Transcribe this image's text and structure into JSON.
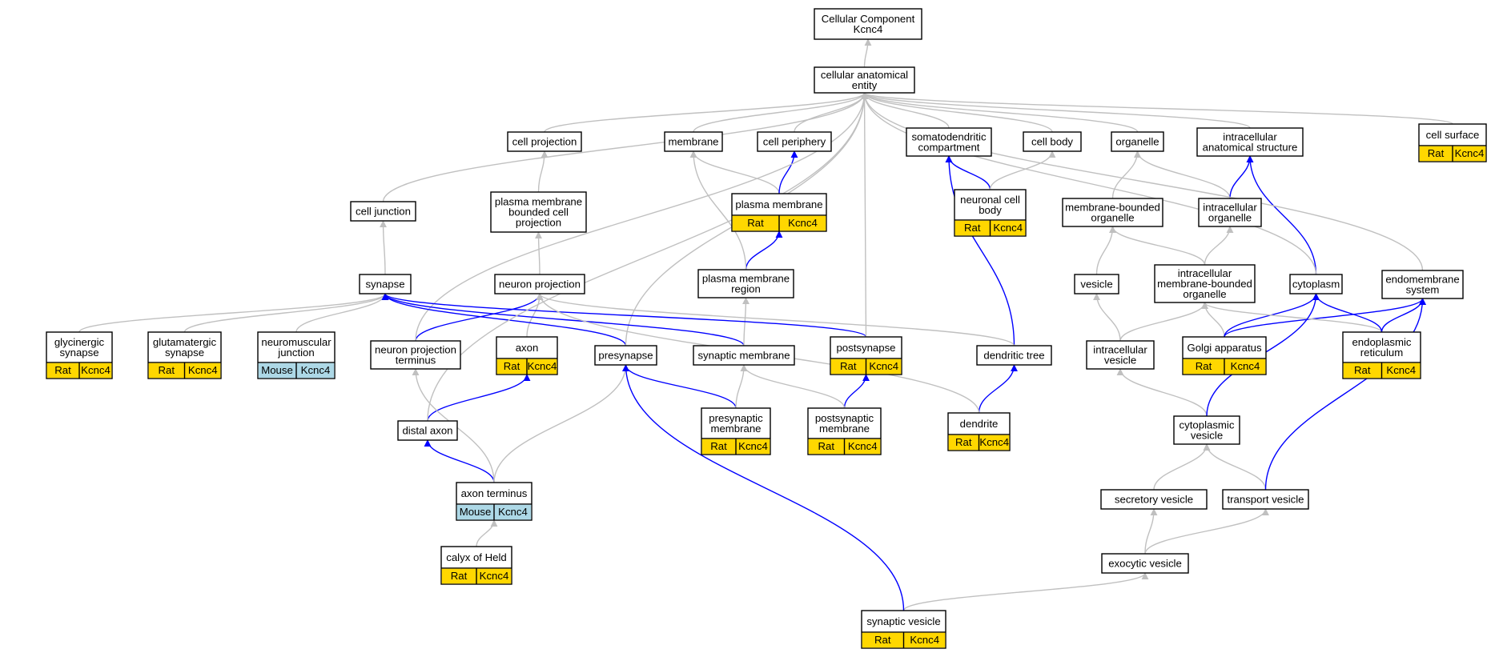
{
  "colors": {
    "background": "#ffffff",
    "node_border": "#000000",
    "edge_gray": "#c0c0c0",
    "edge_blue": "#0000ff",
    "rat_badge": "#ffd700",
    "mouse_badge": "#add8e6"
  },
  "nodes": [
    {
      "id": "cc",
      "lines": [
        "Cellular Component",
        "Kcnc4"
      ]
    },
    {
      "id": "cae",
      "lines": [
        "cellular anatomical",
        "entity"
      ]
    },
    {
      "id": "cellproj",
      "lines": [
        "cell projection"
      ]
    },
    {
      "id": "membrane",
      "lines": [
        "membrane"
      ]
    },
    {
      "id": "cellperiph",
      "lines": [
        "cell periphery"
      ]
    },
    {
      "id": "somato",
      "lines": [
        "somatodendritic",
        "compartment"
      ]
    },
    {
      "id": "cellbody",
      "lines": [
        "cell body"
      ]
    },
    {
      "id": "organelle",
      "lines": [
        "organelle"
      ]
    },
    {
      "id": "ias",
      "lines": [
        "intracellular",
        "anatomical structure"
      ]
    },
    {
      "id": "cellsurf",
      "lines": [
        "cell surface"
      ],
      "badges": [
        "Rat",
        "Kcnc4"
      ]
    },
    {
      "id": "celljunc",
      "lines": [
        "cell junction"
      ]
    },
    {
      "id": "pmbcp",
      "lines": [
        "plasma membrane",
        "bounded cell",
        "projection"
      ]
    },
    {
      "id": "plasmamem",
      "lines": [
        "plasma membrane"
      ],
      "badges": [
        "Rat",
        "Kcnc4"
      ]
    },
    {
      "id": "ncb",
      "lines": [
        "neuronal cell",
        "body"
      ],
      "badges": [
        "Rat",
        "Kcnc4"
      ]
    },
    {
      "id": "mbo",
      "lines": [
        "membrane-bounded",
        "organelle"
      ]
    },
    {
      "id": "io",
      "lines": [
        "intracellular",
        "organelle"
      ]
    },
    {
      "id": "synapse",
      "lines": [
        "synapse"
      ]
    },
    {
      "id": "neuproj",
      "lines": [
        "neuron projection"
      ]
    },
    {
      "id": "pmregion",
      "lines": [
        "plasma membrane",
        "region"
      ]
    },
    {
      "id": "vesicle",
      "lines": [
        "vesicle"
      ]
    },
    {
      "id": "imbo",
      "lines": [
        "intracellular",
        "membrane-bounded",
        "organelle"
      ]
    },
    {
      "id": "cytoplasm",
      "lines": [
        "cytoplasm"
      ]
    },
    {
      "id": "endosys",
      "lines": [
        "endomembrane",
        "system"
      ]
    },
    {
      "id": "glycin",
      "lines": [
        "glycinergic",
        "synapse"
      ],
      "badges": [
        "Rat",
        "Kcnc4"
      ]
    },
    {
      "id": "glutam",
      "lines": [
        "glutamatergic",
        "synapse"
      ],
      "badges": [
        "Rat",
        "Kcnc4"
      ]
    },
    {
      "id": "nmj",
      "lines": [
        "neuromuscular",
        "junction"
      ],
      "badges": [
        "Mouse",
        "Kcnc4"
      ]
    },
    {
      "id": "npt",
      "lines": [
        "neuron projection",
        "terminus"
      ]
    },
    {
      "id": "axon",
      "lines": [
        "axon"
      ],
      "badges": [
        "Rat",
        "Kcnc4"
      ]
    },
    {
      "id": "presyn",
      "lines": [
        "presynapse"
      ]
    },
    {
      "id": "synmem",
      "lines": [
        "synaptic membrane"
      ]
    },
    {
      "id": "postsyn",
      "lines": [
        "postsynapse"
      ],
      "badges": [
        "Rat",
        "Kcnc4"
      ]
    },
    {
      "id": "dtree",
      "lines": [
        "dendritic tree"
      ]
    },
    {
      "id": "ivesicle",
      "lines": [
        "intracellular",
        "vesicle"
      ]
    },
    {
      "id": "golgi",
      "lines": [
        "Golgi apparatus"
      ],
      "badges": [
        "Rat",
        "Kcnc4"
      ]
    },
    {
      "id": "er",
      "lines": [
        "endoplasmic",
        "reticulum"
      ],
      "badges": [
        "Rat",
        "Kcnc4"
      ]
    },
    {
      "id": "distaxon",
      "lines": [
        "distal axon"
      ]
    },
    {
      "id": "presynmem",
      "lines": [
        "presynaptic",
        "membrane"
      ],
      "badges": [
        "Rat",
        "Kcnc4"
      ]
    },
    {
      "id": "postsynmem",
      "lines": [
        "postsynaptic",
        "membrane"
      ],
      "badges": [
        "Rat",
        "Kcnc4"
      ]
    },
    {
      "id": "dendrite",
      "lines": [
        "dendrite"
      ],
      "badges": [
        "Rat",
        "Kcnc4"
      ]
    },
    {
      "id": "cytovesicle",
      "lines": [
        "cytoplasmic",
        "vesicle"
      ]
    },
    {
      "id": "axonterm",
      "lines": [
        "axon terminus"
      ],
      "badges": [
        "Mouse",
        "Kcnc4"
      ]
    },
    {
      "id": "secves",
      "lines": [
        "secretory vesicle"
      ]
    },
    {
      "id": "transves",
      "lines": [
        "transport vesicle"
      ]
    },
    {
      "id": "calyx",
      "lines": [
        "calyx of Held"
      ],
      "badges": [
        "Rat",
        "Kcnc4"
      ]
    },
    {
      "id": "exoves",
      "lines": [
        "exocytic vesicle"
      ]
    },
    {
      "id": "synves",
      "lines": [
        "synaptic vesicle"
      ],
      "badges": [
        "Rat",
        "Kcnc4"
      ]
    }
  ],
  "edges": [
    {
      "from": "cae",
      "to": "cc",
      "color": "gray"
    },
    {
      "from": "cellproj",
      "to": "cae",
      "color": "gray"
    },
    {
      "from": "membrane",
      "to": "cae",
      "color": "gray"
    },
    {
      "from": "cellperiph",
      "to": "cae",
      "color": "gray"
    },
    {
      "from": "somato",
      "to": "cae",
      "color": "gray"
    },
    {
      "from": "cellbody",
      "to": "cae",
      "color": "gray"
    },
    {
      "from": "organelle",
      "to": "cae",
      "color": "gray"
    },
    {
      "from": "ias",
      "to": "cae",
      "color": "gray"
    },
    {
      "from": "cellsurf",
      "to": "cae",
      "color": "gray"
    },
    {
      "from": "celljunc",
      "to": "cae",
      "color": "gray"
    },
    {
      "from": "pmbcp",
      "to": "cellproj",
      "color": "gray"
    },
    {
      "from": "plasmamem",
      "to": "membrane",
      "color": "gray"
    },
    {
      "from": "plasmamem",
      "to": "cellperiph",
      "color": "blue"
    },
    {
      "from": "ncb",
      "to": "somato",
      "color": "blue"
    },
    {
      "from": "ncb",
      "to": "cellbody",
      "color": "gray"
    },
    {
      "from": "mbo",
      "to": "organelle",
      "color": "gray"
    },
    {
      "from": "io",
      "to": "organelle",
      "color": "gray"
    },
    {
      "from": "io",
      "to": "ias",
      "color": "blue"
    },
    {
      "from": "synapse",
      "to": "celljunc",
      "color": "gray"
    },
    {
      "from": "neuproj",
      "to": "pmbcp",
      "color": "gray"
    },
    {
      "from": "pmregion",
      "to": "plasmamem",
      "color": "blue"
    },
    {
      "from": "pmregion",
      "to": "membrane",
      "color": "gray"
    },
    {
      "from": "vesicle",
      "to": "mbo",
      "color": "gray"
    },
    {
      "from": "imbo",
      "to": "mbo",
      "color": "gray"
    },
    {
      "from": "imbo",
      "to": "io",
      "color": "gray"
    },
    {
      "from": "cytoplasm",
      "to": "ias",
      "color": "blue"
    },
    {
      "from": "cytoplasm",
      "to": "cae",
      "color": "gray"
    },
    {
      "from": "endosys",
      "to": "cae",
      "color": "gray"
    },
    {
      "from": "glycin",
      "to": "synapse",
      "color": "gray"
    },
    {
      "from": "glutam",
      "to": "synapse",
      "color": "gray"
    },
    {
      "from": "nmj",
      "to": "synapse",
      "color": "gray"
    },
    {
      "from": "npt",
      "to": "neuproj",
      "color": "blue"
    },
    {
      "from": "npt",
      "to": "cae",
      "color": "gray"
    },
    {
      "from": "axon",
      "to": "neuproj",
      "color": "gray"
    },
    {
      "from": "presyn",
      "to": "synapse",
      "color": "blue"
    },
    {
      "from": "presyn",
      "to": "cae",
      "color": "gray"
    },
    {
      "from": "synmem",
      "to": "synapse",
      "color": "blue"
    },
    {
      "from": "synmem",
      "to": "pmregion",
      "color": "gray"
    },
    {
      "from": "postsyn",
      "to": "synapse",
      "color": "blue"
    },
    {
      "from": "postsyn",
      "to": "cae",
      "color": "gray"
    },
    {
      "from": "dtree",
      "to": "somato",
      "color": "blue"
    },
    {
      "from": "dtree",
      "to": "neuproj",
      "color": "gray"
    },
    {
      "from": "ivesicle",
      "to": "vesicle",
      "color": "gray"
    },
    {
      "from": "ivesicle",
      "to": "imbo",
      "color": "gray"
    },
    {
      "from": "golgi",
      "to": "imbo",
      "color": "gray"
    },
    {
      "from": "golgi",
      "to": "cytoplasm",
      "color": "blue"
    },
    {
      "from": "golgi",
      "to": "endosys",
      "color": "blue"
    },
    {
      "from": "er",
      "to": "imbo",
      "color": "gray"
    },
    {
      "from": "er",
      "to": "cytoplasm",
      "color": "blue"
    },
    {
      "from": "er",
      "to": "endosys",
      "color": "blue"
    },
    {
      "from": "distaxon",
      "to": "axon",
      "color": "blue"
    },
    {
      "from": "distaxon",
      "to": "cae",
      "color": "gray"
    },
    {
      "from": "presynmem",
      "to": "presyn",
      "color": "blue"
    },
    {
      "from": "presynmem",
      "to": "synmem",
      "color": "gray"
    },
    {
      "from": "postsynmem",
      "to": "postsyn",
      "color": "blue"
    },
    {
      "from": "postsynmem",
      "to": "synmem",
      "color": "gray"
    },
    {
      "from": "dendrite",
      "to": "dtree",
      "color": "blue"
    },
    {
      "from": "dendrite",
      "to": "neuproj",
      "color": "gray"
    },
    {
      "from": "cytovesicle",
      "to": "ivesicle",
      "color": "gray"
    },
    {
      "from": "cytovesicle",
      "to": "cytoplasm",
      "color": "blue"
    },
    {
      "from": "axonterm",
      "to": "distaxon",
      "color": "blue"
    },
    {
      "from": "axonterm",
      "to": "npt",
      "color": "gray"
    },
    {
      "from": "axonterm",
      "to": "presyn",
      "color": "gray"
    },
    {
      "from": "secves",
      "to": "cytovesicle",
      "color": "gray"
    },
    {
      "from": "transves",
      "to": "cytovesicle",
      "color": "gray"
    },
    {
      "from": "transves",
      "to": "endosys",
      "color": "blue"
    },
    {
      "from": "calyx",
      "to": "axonterm",
      "color": "gray"
    },
    {
      "from": "exoves",
      "to": "secves",
      "color": "gray"
    },
    {
      "from": "exoves",
      "to": "transves",
      "color": "gray"
    },
    {
      "from": "synves",
      "to": "exoves",
      "color": "gray"
    },
    {
      "from": "synves",
      "to": "presyn",
      "color": "blue"
    }
  ]
}
